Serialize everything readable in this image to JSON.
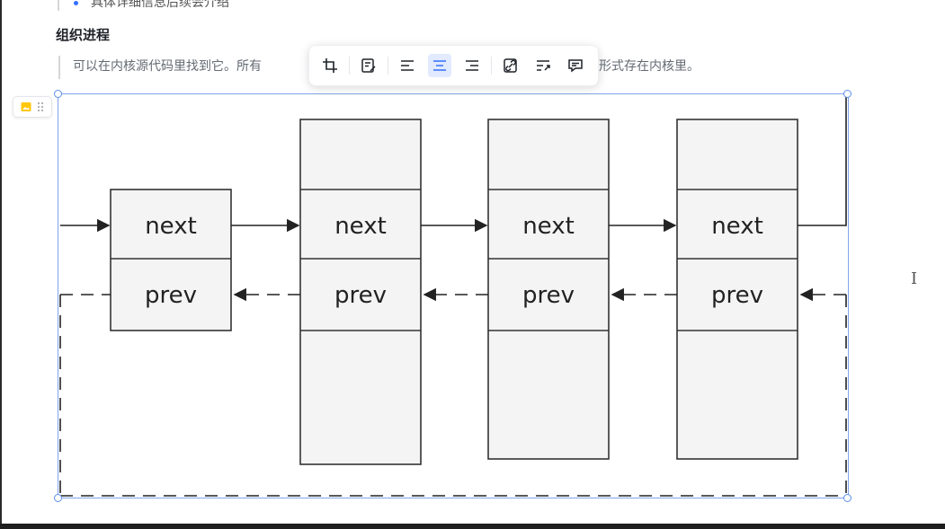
{
  "doc": {
    "bullet_text": "具体详细信息后续会介绍",
    "heading": "组织进程",
    "quote_text_before": "可以在内核源代码里找到它。所有",
    "quote_text_after": "的形式存在内核里。"
  },
  "toolbar": {
    "items": [
      "crop-icon",
      "caption-icon",
      "align-left-icon",
      "align-center-icon",
      "align-right-icon",
      "link-icon",
      "wrap-text-icon",
      "comment-icon"
    ],
    "active": "align-center-icon",
    "accent": "#3370ff"
  },
  "diagram": {
    "nodes": [
      {
        "next": "next",
        "prev": "prev"
      },
      {
        "next": "next",
        "prev": "prev"
      },
      {
        "next": "next",
        "prev": "prev"
      },
      {
        "next": "next",
        "prev": "prev"
      }
    ]
  }
}
